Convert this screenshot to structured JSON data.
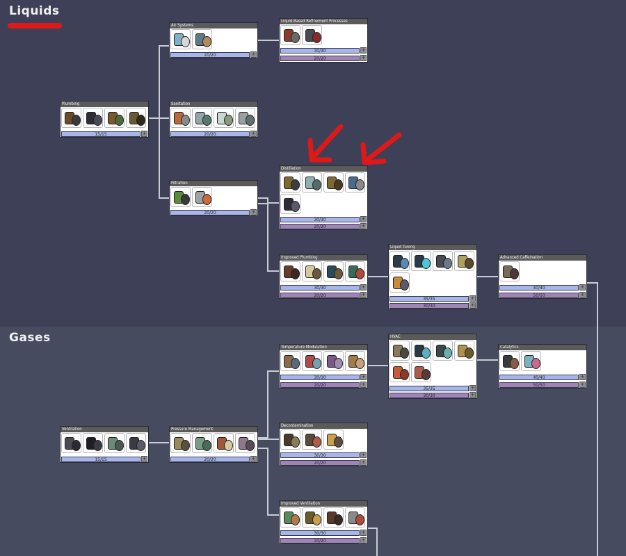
{
  "colors": {
    "liquids_bg": "#3e4058",
    "gases_bg": "#464b60",
    "line": "#c9cbd6",
    "underline": "#e01818",
    "arrow": "#e01818",
    "title": "#f2f2f2"
  },
  "sections": {
    "liquids": "Liquids",
    "gases": "Gases"
  },
  "nodes": {
    "plumbing": {
      "title": "Plumbing",
      "icons": [
        "liquid-pipe-icon",
        "pipe-bend-icon",
        "liquid-pump-icon",
        "liquid-vent-icon"
      ],
      "progress": "15/15"
    },
    "air_systems": {
      "title": "Air Systems",
      "icons": [
        "sink-icon",
        "shower-icon"
      ],
      "progress": "20/20"
    },
    "refinement": {
      "title": "Liquid-Based Refinement Processes",
      "icons": [
        "fertilizer-maker-icon",
        "ethanol-distiller-icon"
      ],
      "progress": "30/30",
      "progress2": "20/20"
    },
    "sanitation": {
      "title": "Sanitation",
      "icons": [
        "lavatory-icon",
        "wash-basin-icon",
        "shower-stall-icon",
        "sink-icon"
      ],
      "progress": "20/20"
    },
    "distillation": {
      "title": "Distillation",
      "icons": [
        "water-sieve-icon",
        "algae-distiller-icon",
        "distiller-icon",
        "liquid-valve-icon",
        "liquid-bridge-icon"
      ],
      "progress": "30/30",
      "progress2": "20/20"
    },
    "filtration": {
      "title": "Filtration",
      "icons": [
        "liquid-filter-icon",
        "gas-filter-icon"
      ],
      "progress": "20/20"
    },
    "improved_plumbing": {
      "title": "Improved Plumbing",
      "icons": [
        "insulated-pipe-icon",
        "liquid-reservoir-icon",
        "liquid-shutoff-icon",
        "liquid-meter-icon"
      ],
      "progress": "30/30",
      "progress2": "20/20"
    },
    "liquid_tuning": {
      "title": "Liquid Tuning",
      "icons": [
        "liquid-tepidizer-icon",
        "thermo-aquatuner-icon",
        "liquid-conditioner-icon",
        "radiant-pipe-icon",
        "pipe-junction-icon"
      ],
      "progress": "35/35",
      "progress2": "30/30"
    },
    "advanced_caff": {
      "title": "Advanced Caffeination",
      "icons": [
        "espresso-machine-icon"
      ],
      "progress": "40/40",
      "progress2": "50/50"
    },
    "ventilation": {
      "title": "Ventilation",
      "icons": [
        "gas-pipe-icon",
        "gas-bend-icon",
        "gas-vent-icon",
        "gas-pump-icon"
      ],
      "progress": "15/15"
    },
    "pressure_mgmt": {
      "title": "Pressure Management",
      "icons": [
        "pressure-plate-icon",
        "gas-reservoir-icon",
        "gas-valve-icon",
        "gas-shutoff-icon"
      ],
      "progress": "20/20"
    },
    "temp_mod": {
      "title": "Temperature Modulation",
      "icons": [
        "space-heater-icon",
        "ice-fan-icon",
        "heat-tile-icon",
        "thermo-sensor-icon"
      ],
      "progress": "30/30",
      "progress2": "20/20"
    },
    "hvac": {
      "title": "HVAC",
      "icons": [
        "gas-tepidizer-icon",
        "air-conditioner-icon",
        "thermo-regulator-icon",
        "radiant-gas-pipe-icon",
        "gas-tank-icon",
        "pump-icon"
      ],
      "progress": "35/35",
      "progress2": "30/30"
    },
    "catalytics": {
      "title": "Catalytics",
      "icons": [
        "oxylite-refinery-icon",
        "robo-miner-icon"
      ],
      "progress": "40/40",
      "progress2": "50/50"
    },
    "decontamination": {
      "title": "Decontamination",
      "icons": [
        "air-deodorizer-icon",
        "carbon-skimmer-icon",
        "ore-scrubber-icon"
      ],
      "progress": "30/30",
      "progress2": "20/20"
    },
    "improved_vent": {
      "title": "Improved Ventilation",
      "icons": [
        "gas-element-sensor-icon",
        "insulated-gas-pipe-icon",
        "gas-pipe-segment-icon",
        "gas-meter-icon"
      ],
      "progress": "30/30",
      "progress2": "20/20"
    }
  }
}
